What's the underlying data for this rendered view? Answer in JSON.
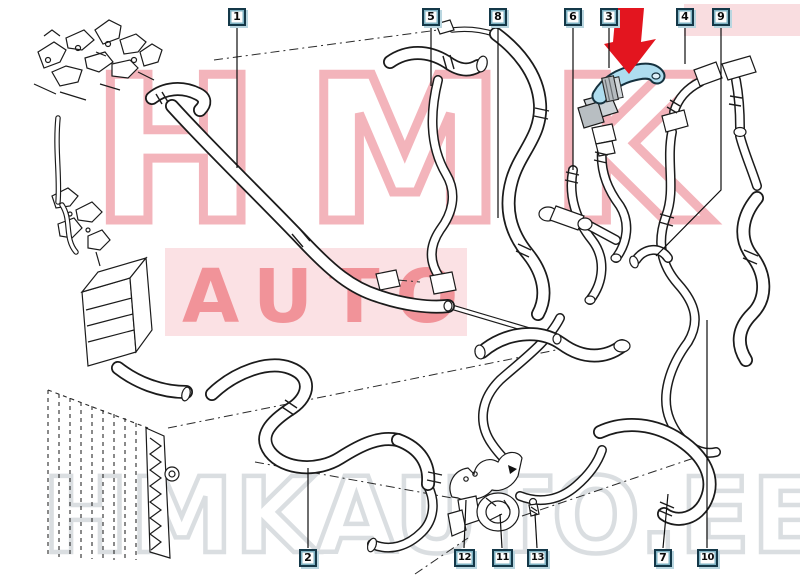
{
  "watermark": {
    "brand": "HMK",
    "brand_sub": "AUTO",
    "site": "HMKAUTO.EE",
    "pink_outline": "#f2a7b0",
    "band_pink": "#f8d4d8",
    "red": "#e94850",
    "gray_outline": "#d9dde0"
  },
  "highlight": {
    "arrow_color": "#e3151f",
    "part_color": "#aeddef",
    "points_to_callout": "3"
  },
  "callouts": {
    "c1": "1",
    "c2": "2",
    "c3": "3",
    "c4": "4",
    "c5": "5",
    "c6": "6",
    "c7": "7",
    "c8": "8",
    "c9": "9",
    "c10": "10",
    "c11": "11",
    "c12": "12",
    "c13": "13"
  }
}
